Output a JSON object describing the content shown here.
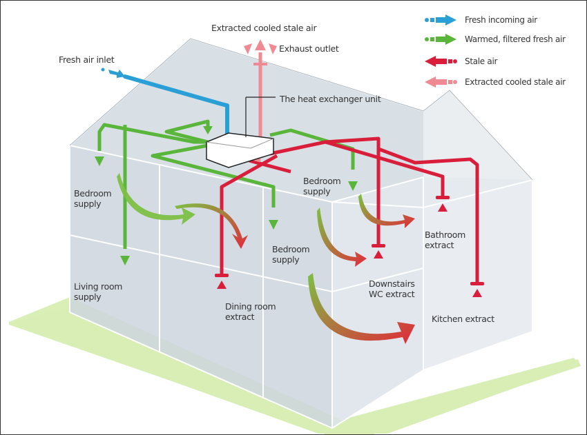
{
  "title": "Mechanical ventilation with heat recovery (MVHR) house diagram",
  "legend": [
    {
      "label": "Fresh incoming air",
      "color": "#2a9fd6",
      "icon": "arrow-right-icon"
    },
    {
      "label": "Warmed, filtered fresh air",
      "color": "#5ab63a",
      "icon": "arrow-right-icon"
    },
    {
      "label": "Stale air",
      "color": "#d81e3a",
      "icon": "arrow-left-icon"
    },
    {
      "label": "Extracted cooled stale air",
      "color": "#f08a92",
      "icon": "arrow-left-icon"
    }
  ],
  "labels": {
    "extracted_top": "Extracted cooled stale air",
    "exhaust_outlet": "Exhaust outlet",
    "fresh_air_inlet": "Fresh air inlet",
    "heat_exchanger": "The heat exchanger unit",
    "bedroom_supply_left": [
      "Bedroom",
      "supply"
    ],
    "bedroom_supply_center": [
      "Bedroom",
      "supply"
    ],
    "bedroom_supply_right": [
      "Bedroom",
      "supply"
    ],
    "living_room_supply": [
      "Living room",
      "supply"
    ],
    "dining_room_extract": [
      "Dining room",
      "extract"
    ],
    "downstairs_wc_extract": [
      "Downstairs",
      "WC extract"
    ],
    "bathroom_extract": [
      "Bathroom",
      "extract"
    ],
    "kitchen_extract": "Kitchen extract"
  },
  "colors": {
    "fresh": "#2a9fd6",
    "warmed": "#5ab63a",
    "stale": "#d81e3a",
    "cooled": "#f08a92",
    "ground": "#d6eeb0",
    "house_fill": "#c9d2dc",
    "house_line": "#ffffff"
  }
}
